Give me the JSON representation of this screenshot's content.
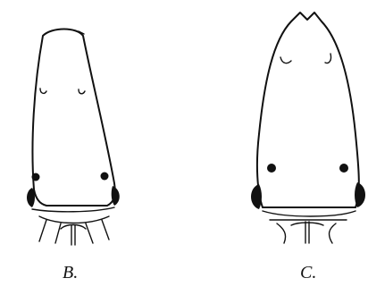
{
  "panels": [
    {
      "id": "B",
      "label": "B."
    },
    {
      "id": "C",
      "label": "C."
    }
  ]
}
